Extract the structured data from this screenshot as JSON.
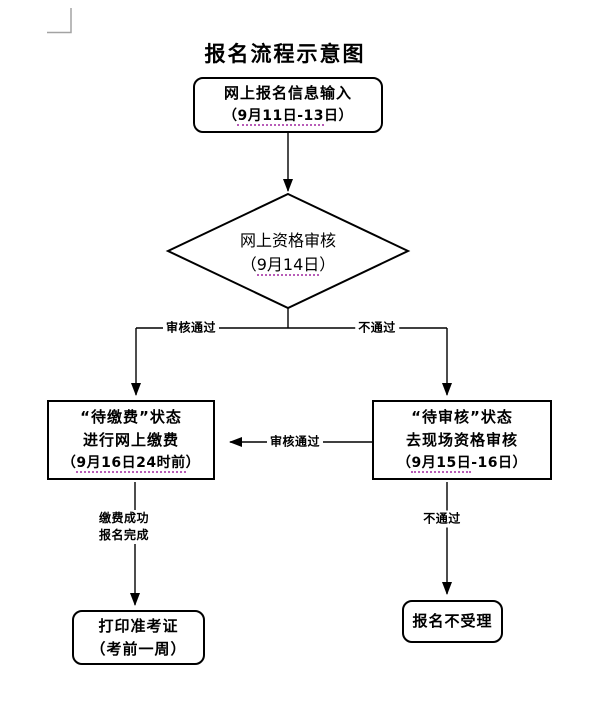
{
  "title": "报名流程示意图",
  "nodes": {
    "start": {
      "line1": "网上报名信息输入",
      "pre": "（",
      "date": "9月11日-13",
      "post": "日）"
    },
    "review": {
      "line1": "网上资格审核",
      "pre": "（",
      "date": "9月14日",
      "post": "）"
    },
    "pay": {
      "line1": "“待缴费”状态",
      "line2": "进行网上缴费",
      "pre": "（",
      "date": "9月16日24时前",
      "post": "）"
    },
    "onsite": {
      "line1": "“待审核”状态",
      "line2": "去现场资格审核",
      "pre": "（",
      "date": "9月15日",
      "post": "-16日）"
    },
    "print": {
      "line1": "打印准考证",
      "line2": "（考前一周）"
    },
    "reject": {
      "line1": "报名不受理"
    }
  },
  "edge_labels": {
    "approve_left": "审核通过",
    "fail_right": "不通过",
    "approve_mid": "审核通过",
    "paid_line1": "缴费成功",
    "paid_line2": "报名完成",
    "fail_bottom": "不通过"
  },
  "colors": {
    "line": "#000000",
    "squiggle_underline": "#b85cb8",
    "margin_mark": "#a3a3a3",
    "background": "#ffffff"
  }
}
